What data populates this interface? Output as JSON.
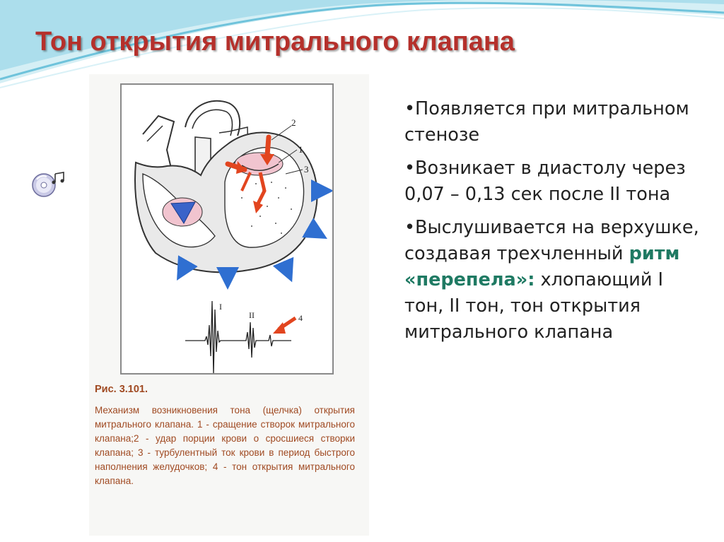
{
  "slide": {
    "title": "Тон открытия митрального клапана",
    "audio_icon": "audio-cd-icon",
    "colors": {
      "title": "#b5302b",
      "highlight": "#1f7a63",
      "caption": "#a04a22",
      "body_text": "#222222",
      "wave": "#8fd3e6"
    }
  },
  "figure": {
    "labels": {
      "n1": "1",
      "n2": "2",
      "n3": "3",
      "n4": "4",
      "tone1": "I",
      "tone2": "II"
    },
    "caption_title": "Рис. 3.101.",
    "caption_text": "Механизм возникновения тона (щелчка) открытия митрального клапана. 1 - сращение створок митрального клапана;2 - удар порции крови о сросшиеся створки клапана; 3 - турбулентный ток крови в период быстрого наполнения желудочков; 4 - тон открытия митрального клапана."
  },
  "bullets": [
    {
      "marker": "•",
      "text": "Появляется при митральном стенозе"
    },
    {
      "marker": "•",
      "text": "Возникает в диастолу через 0,07 – 0,13 сек после II тона"
    },
    {
      "marker": "•",
      "text_before": "Выслушивается на верхушке, создавая трехчленный ",
      "highlight": "ритм «перепела»:",
      "text_after": " хлопающий I тон, II тон, тон открытия митрального клапана"
    }
  ]
}
